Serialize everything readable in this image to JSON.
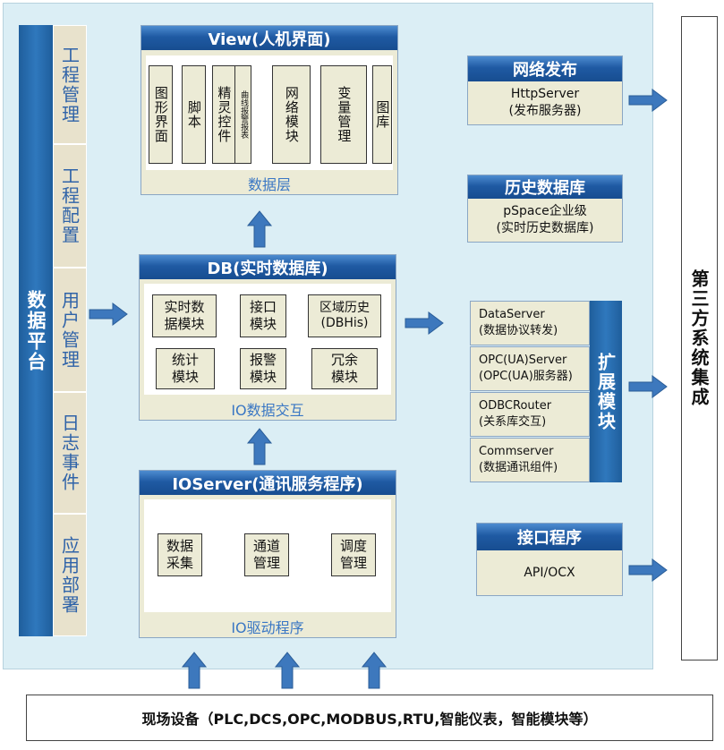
{
  "platform": {
    "title": "数据平台",
    "items": [
      "工程管理",
      "工程配置",
      "用户管理",
      "日志事件",
      "应用部署"
    ]
  },
  "view": {
    "title": "View(人机界面)",
    "modules": [
      "图形界面",
      "脚本",
      "精灵控件",
      "曲线报警报表",
      "网络模块",
      "变量管理",
      "图库"
    ],
    "footer": "数据层"
  },
  "db": {
    "title": "DB(实时数据库)",
    "modules": [
      "实时数据模块",
      "接口模块",
      "区域历史(DBHis)",
      "统计模块",
      "报警模块",
      "冗余模块"
    ],
    "footer": "IO数据交互"
  },
  "ioserver": {
    "title": "IOServer(通讯服务程序)",
    "modules": [
      "数据采集",
      "通道管理",
      "调度管理"
    ],
    "footer": "IO驱动程序"
  },
  "web": {
    "title": "网络发布",
    "line1": "HttpServer",
    "line2": "(发布服务器)"
  },
  "history": {
    "title": "历史数据库",
    "line1": "pSpace企业级",
    "line2": "(实时历史数据库)"
  },
  "extension": {
    "title": "扩展模块",
    "items": [
      {
        "name": "DataServer",
        "desc": "(数据协议转发)"
      },
      {
        "name": "OPC(UA)Server",
        "desc": "(OPC(UA)服务器)"
      },
      {
        "name": "ODBCRouter",
        "desc": "(关系库交互)"
      },
      {
        "name": "Commserver",
        "desc": "(数据通讯组件)"
      }
    ]
  },
  "interface": {
    "title": "接口程序",
    "body": "API/OCX"
  },
  "third_party": "第三方系统集成",
  "field_devices": "现场设备（PLC,DCS,OPC,MODBUS,RTU,智能仪表，智能模块等）",
  "colors": {
    "header_blue": "#1f5aa3",
    "accent_blue": "#3a77c4",
    "arrow_blue": "#3d78bd",
    "panel_beige": "#ecebd6",
    "background": "#dbeef5"
  }
}
